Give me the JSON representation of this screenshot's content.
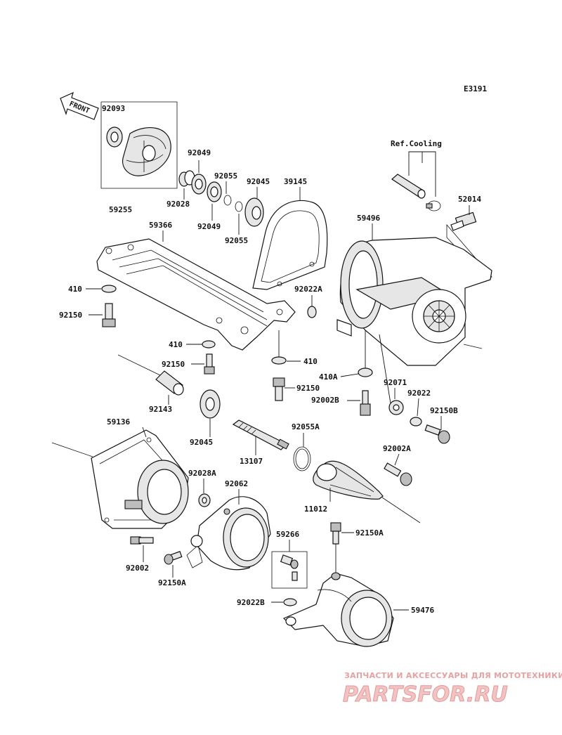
{
  "diagram_code": "E3191",
  "front_label": "FRONT",
  "ref_cooling": "Ref.Cooling",
  "labels": {
    "p92093": "92093",
    "p92049a": "92049",
    "p92055a": "92055",
    "p92045a": "92045",
    "p39145": "39145",
    "p92028": "92028",
    "p92049b": "92049",
    "p92055b": "92055",
    "p59255": "59255",
    "p59366": "59366",
    "p52014": "52014",
    "p59496": "59496",
    "p410a": "410",
    "p92150a": "92150",
    "p92022A": "92022A",
    "p410b": "410",
    "p410c": "410",
    "p92150b": "92150",
    "p410A": "410A",
    "p92071": "92071",
    "p92022": "92022",
    "p92150c": "92150",
    "p92002B": "92002B",
    "p92150B": "92150B",
    "p92143": "92143",
    "p59136": "59136",
    "p92055A": "92055A",
    "p92045b": "92045",
    "p13107": "13107",
    "p92002A": "92002A",
    "p92028A": "92028A",
    "p92062": "92062",
    "p11012": "11012",
    "p59266": "59266",
    "p92150A_a": "92150A",
    "p92002": "92002",
    "p92150A_b": "92150A",
    "p92022B": "92022B",
    "p59476": "59476"
  },
  "watermark": {
    "tagline": "ЗАПЧАСТИ И АКСЕССУАРЫ ДЛЯ МОТОТЕХНИКИ",
    "brand": "PARTSFOR.RU"
  },
  "colors": {
    "line": "#111111",
    "watermark": "#e49999"
  }
}
